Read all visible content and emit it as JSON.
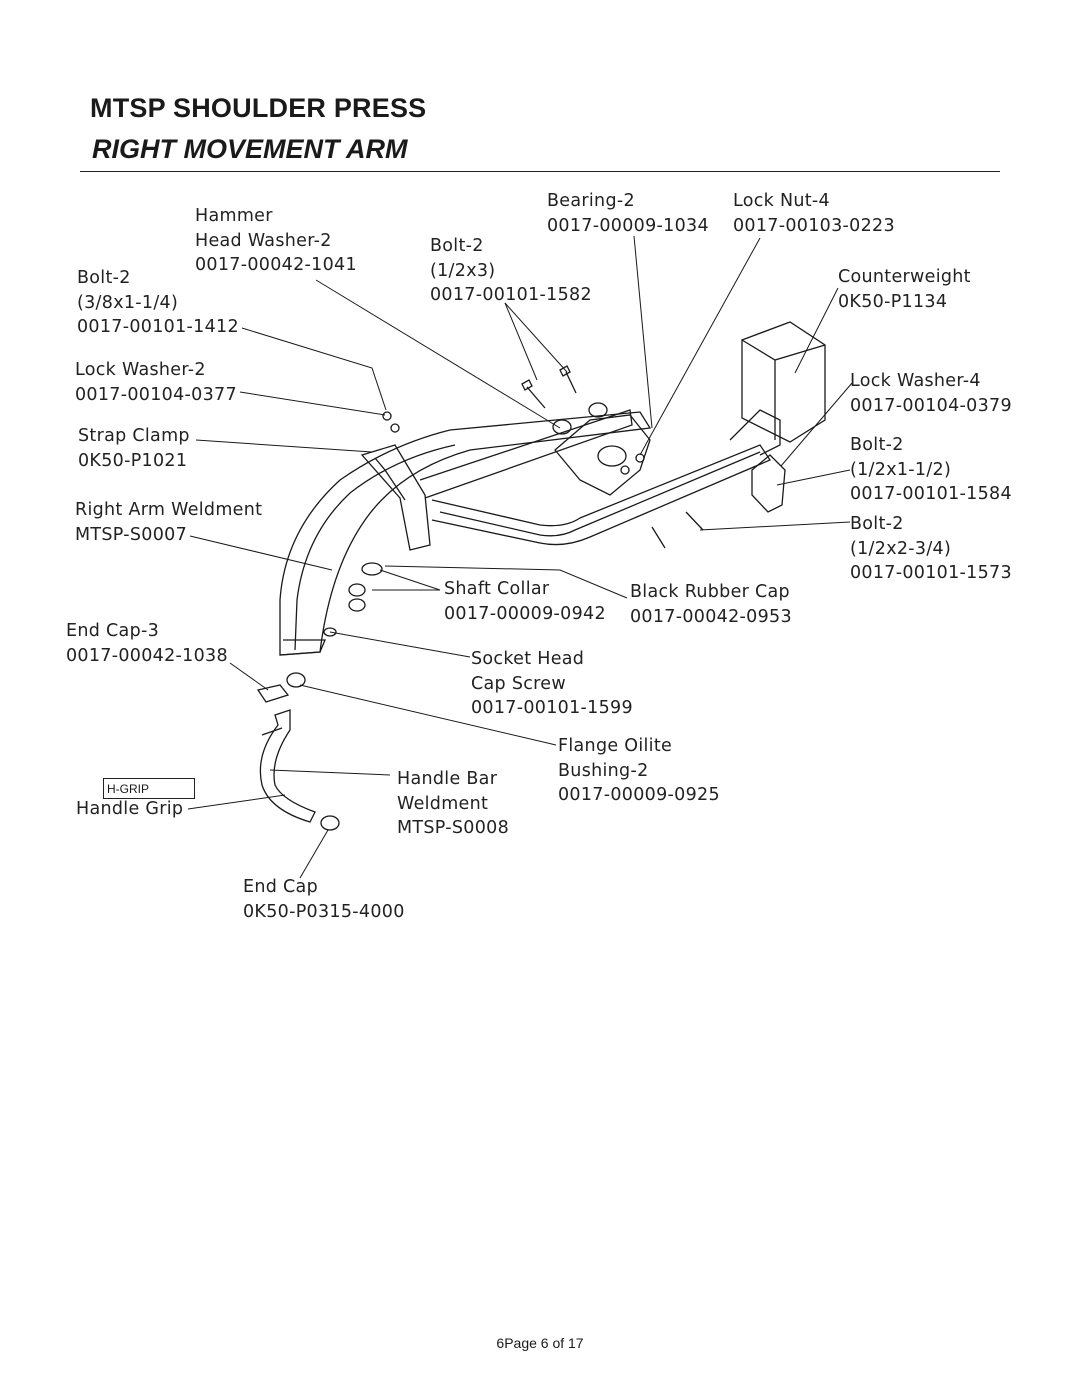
{
  "header": {
    "title": "MTSP SHOULDER PRESS",
    "subtitle": "RIGHT MOVEMENT ARM"
  },
  "labels": {
    "hammer_washer": [
      "Hammer",
      "Head Washer-2",
      "0017-00042-1041"
    ],
    "bolt_3_8": [
      "Bolt-2",
      "(3/8x1-1/4)",
      "0017-00101-1412"
    ],
    "bolt_1_2x3": [
      "Bolt-2",
      "(1/2x3)",
      "0017-00101-1582"
    ],
    "bearing": [
      "Bearing-2",
      "0017-00009-1034"
    ],
    "lock_nut": [
      "Lock Nut-4",
      "0017-00103-0223"
    ],
    "counterweight": [
      "Counterweight",
      "0K50-P1134"
    ],
    "lock_washer_2": [
      "Lock Washer-2",
      "0017-00104-0377"
    ],
    "lock_washer_4": [
      "Lock Washer-4",
      "0017-00104-0379"
    ],
    "strap_clamp": [
      "Strap Clamp",
      "0K50-P1021"
    ],
    "bolt_1_2x1_1_2": [
      "Bolt-2",
      "(1/2x1-1/2)",
      "0017-00101-1584"
    ],
    "right_arm_weldment": [
      "Right Arm Weldment",
      "MTSP-S0007"
    ],
    "bolt_1_2x2_3_4": [
      "Bolt-2",
      "(1/2x2-3/4)",
      "0017-00101-1573"
    ],
    "shaft_collar": [
      "Shaft Collar",
      "0017-00009-0942"
    ],
    "black_rubber_cap": [
      "Black Rubber Cap",
      "0017-00042-0953"
    ],
    "end_cap_3": [
      "End Cap-3",
      "0017-00042-1038"
    ],
    "socket_head": [
      "Socket Head",
      "Cap Screw",
      "0017-00101-1599"
    ],
    "flange_oilite": [
      "Flange Oilite",
      "Bushing-2",
      "0017-00009-0925"
    ],
    "handle_bar": [
      "Handle Bar",
      "Weldment",
      "MTSP-S0008"
    ],
    "handle_grip": [
      "Handle Grip"
    ],
    "end_cap": [
      "End Cap",
      "0K50-P0315-4000"
    ]
  },
  "hgrip_box": "H-GRIP",
  "footer": "6Page 6 of 17"
}
